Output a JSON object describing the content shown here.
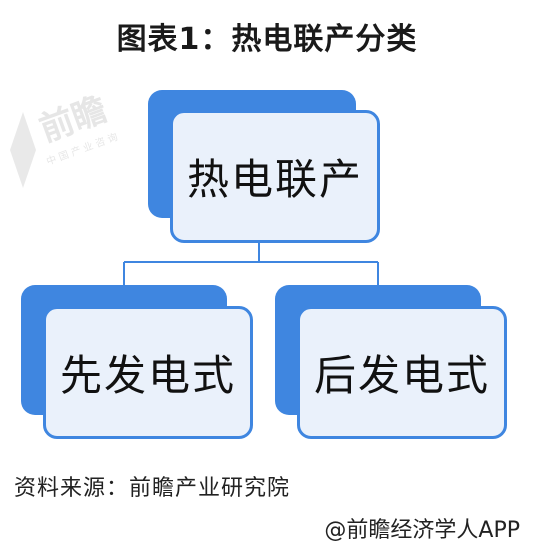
{
  "title": "图表1：热电联产分类",
  "root": {
    "label": "热电联产"
  },
  "children": [
    {
      "label": "先发电式"
    },
    {
      "label": "后发电式"
    }
  ],
  "source": "资料来源：前瞻产业研究院",
  "credit": "@前瞻经济学人APP",
  "watermark": {
    "text": "前瞻",
    "subtext": "中国产业咨询"
  },
  "colors": {
    "accent": "#3f86e0",
    "box_fill": "#eaf1fb"
  }
}
